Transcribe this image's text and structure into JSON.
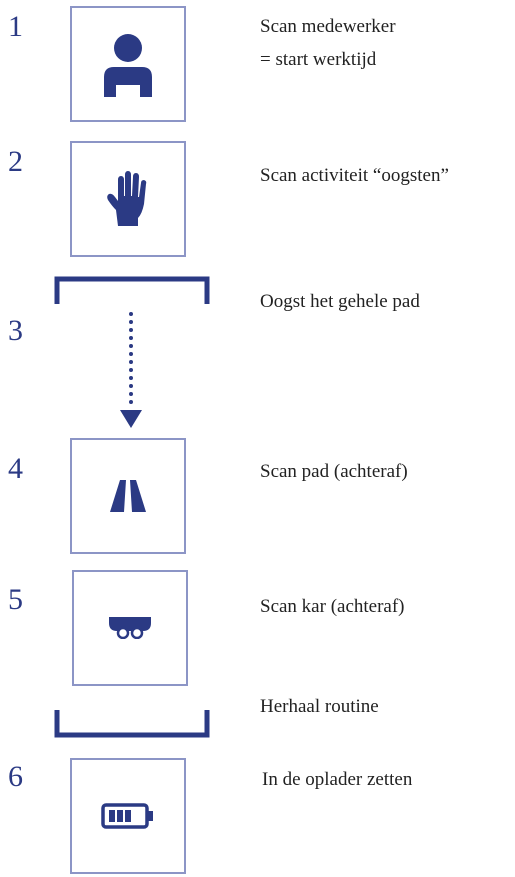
{
  "colors": {
    "accent": "#2b3a84",
    "box_border": "#8c95c6",
    "text": "#222222"
  },
  "steps": [
    {
      "number": "1",
      "icon": "person-icon",
      "label_line1": "Scan medewerker",
      "label_line2": "= start werktijd"
    },
    {
      "number": "2",
      "icon": "hand-icon",
      "label_line1": "Scan activiteit “oogsten”"
    },
    {
      "number": "3",
      "icon": "dotted-arrow-icon",
      "label_line1": "Oogst het gehele pad"
    },
    {
      "number": "4",
      "icon": "path-icon",
      "label_line1": "Scan pad (achteraf)"
    },
    {
      "number": "5",
      "icon": "cart-icon",
      "label_line1": "Scan kar (achteraf)"
    },
    {
      "number": "6",
      "icon": "battery-icon",
      "label_line1": "In de oplader zetten"
    }
  ],
  "repeat_label": "Herhaal routine"
}
